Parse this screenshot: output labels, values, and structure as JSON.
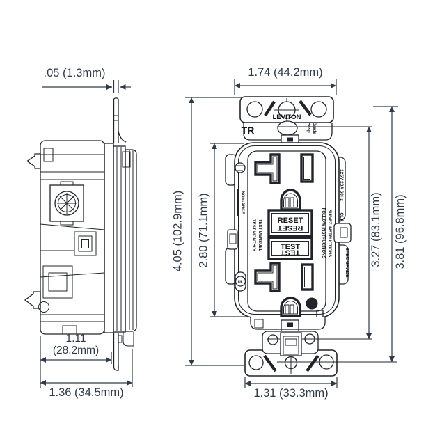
{
  "title": "GFCI receptacle dimensional drawing",
  "colors": {
    "background": "#ffffff",
    "drawing_line": "#20242a",
    "dimension": "#2f3a49"
  },
  "dimensions": {
    "strap_thickness": ".05 (1.3mm)",
    "front_width": "1.74 (44.2mm)",
    "overall_height": "4.05 (102.9mm)",
    "face_height": "2.80 (71.1mm)",
    "mounting_hole_span": "3.27 (83.1mm)",
    "strap_length": "3.81 (96.8mm)",
    "bottom_strap_width": "1.31 (33.3mm)",
    "body_depth_line1": "1.11",
    "body_depth_line2": "(28.2mm)",
    "overall_depth": "1.36 (34.5mm)"
  },
  "device": {
    "brand": "LEVITON",
    "tr": "TR",
    "hosp1": "Hosp.",
    "hosp2": "Grade",
    "rating": "125V 20A 60Hz",
    "cla": "CLA",
    "spec_grade": "SPEC GRADE",
    "nom": "NOM-ANCE",
    "test_monthly": "TEST MONTHLY",
    "test_mensuel": "TEST MENSUEL",
    "follow": "FOLLOW INSTRUCTIONS",
    "suivez": "SUIVEZ INSTRUCTIONS",
    "reset": "RESET",
    "test": "TEST",
    "ul": "UL"
  }
}
